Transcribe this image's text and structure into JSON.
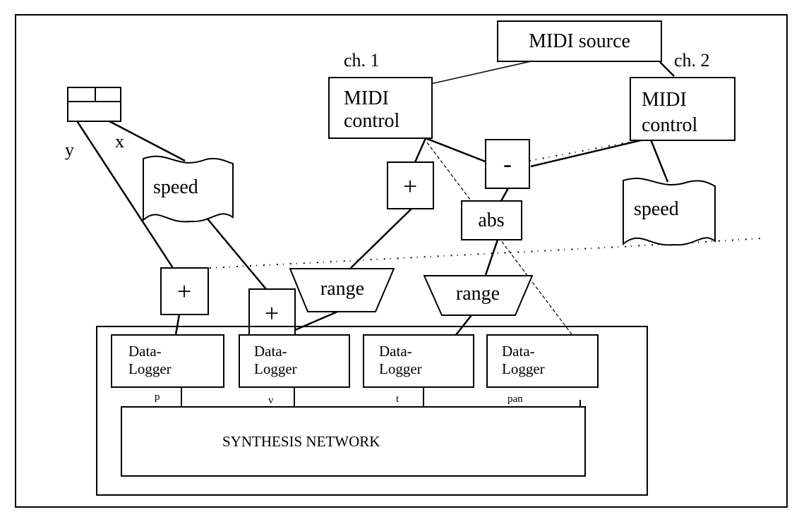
{
  "midi_source": "MIDI source",
  "channels": {
    "ch1": "ch. 1",
    "ch2": "ch. 2"
  },
  "midi_control": {
    "line1": "MIDI",
    "line2": "control"
  },
  "operators": {
    "plus": "+",
    "minus": "-",
    "abs": "abs",
    "range": "range"
  },
  "speed": "speed",
  "axes": {
    "x": "x",
    "y": "y"
  },
  "data_logger": {
    "line1": "Data-",
    "line2": "Logger"
  },
  "params": [
    "p",
    "v",
    "t",
    "pan"
  ],
  "synthesis_network": "SYNTHESIS NETWORK"
}
